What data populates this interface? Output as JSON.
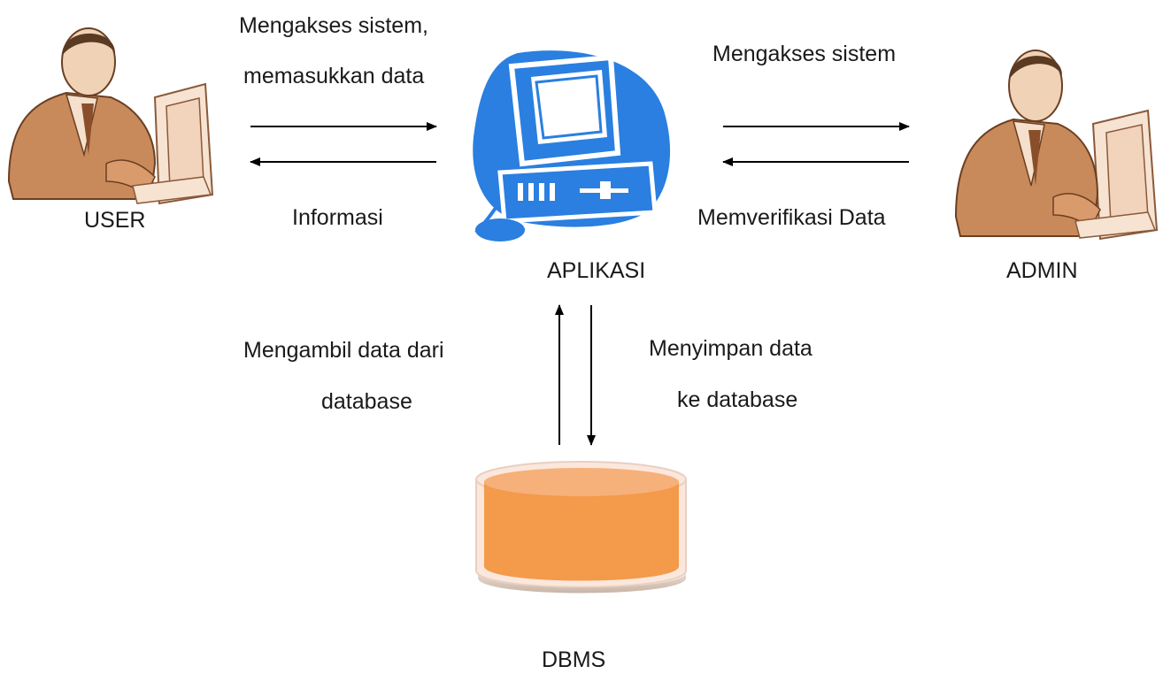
{
  "nodes": {
    "user": "USER",
    "aplikasi": "APLIKASI",
    "admin": "ADMIN",
    "dbms": "DBMS"
  },
  "edges": {
    "user_to_app": {
      "line1": "Mengakses sistem,",
      "line2": "memasukkan data"
    },
    "app_to_user": "Informasi",
    "admin_to_app": "Mengakses sistem",
    "app_to_admin": "Memverifikasi Data",
    "db_to_app": {
      "line1": "Mengambil data dari",
      "line2": "database"
    },
    "app_to_db": {
      "line1": "Menyimpan data",
      "line2": "ke database"
    }
  },
  "icons": {
    "user": "person-at-computer-icon",
    "admin": "person-at-computer-icon",
    "aplikasi": "computer-icon",
    "dbms": "database-cylinder-icon"
  },
  "colors": {
    "computer_blue": "#2a7fe0",
    "db_orange": "#f39a4b",
    "person_brown": "#c07a4a"
  }
}
